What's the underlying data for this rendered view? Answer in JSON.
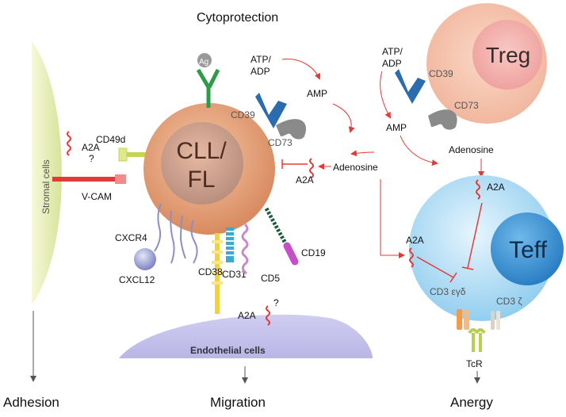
{
  "title": "Cytoprotection",
  "cells": {
    "stromal": "Stromal cells",
    "cll": "CLL/",
    "cll2": "FL",
    "treg": "Treg",
    "teff": "Teff",
    "endothelial": "Endothelial cells"
  },
  "labels": {
    "a2a_stromal": "A2A",
    "question_stromal": "?",
    "vcam": "V-CAM",
    "cd49d": "CD49d",
    "cd39_cll": "CD39",
    "cd73_cll": "CD73",
    "a2a_cll": "A2A",
    "atp_adp_cll_1": "ATP/",
    "atp_adp_cll_2": "ADP",
    "amp_cll": "AMP",
    "adenosine_cll": "Adenosine",
    "ag": "Ag",
    "cxcr4": "CXCR4",
    "cxcl12": "CXCL12",
    "cd38": "CD38",
    "cd31": "CD31",
    "cd5": "CD5",
    "cd19": "CD19",
    "a2a_endo": "A2A",
    "question_endo": "?",
    "atp_adp_treg_1": "ATP/",
    "atp_adp_treg_2": "ADP",
    "cd39_treg": "CD39",
    "cd73_treg": "CD73",
    "amp_treg": "AMP",
    "adenosine_treg": "Adenosine",
    "a2a_teff_top": "A2A",
    "a2a_teff_left": "A2A",
    "cd3_eyd": "CD3 εγδ",
    "cd3_zeta": "CD3 ζ",
    "tcr": "TcR"
  },
  "bottom": {
    "adhesion": "Adhesion",
    "migration": "Migration",
    "anergy": "Anergy"
  },
  "colors": {
    "inhibit_red": "#e53935",
    "cd39_blue": "#2b6cb0",
    "cd73_gray": "#888888",
    "cll_body": "#e6a27a",
    "treg_body": "#f6c4b0",
    "teff_body": "#b9dff5"
  }
}
